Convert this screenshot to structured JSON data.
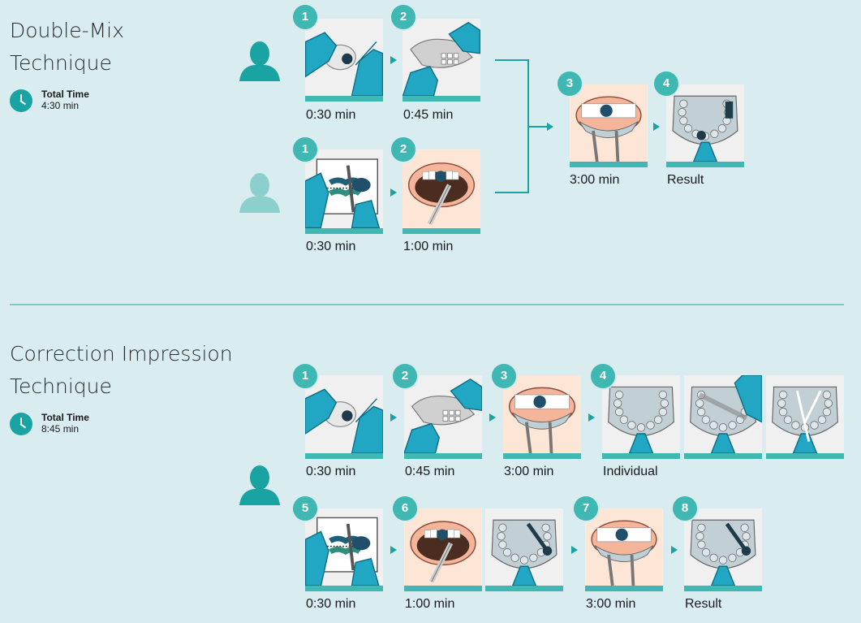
{
  "sections": [
    {
      "title_line1": "Double-Mix",
      "title_line2": "Technique",
      "total_time_label": "Total Time",
      "total_time_value": "4:30 min",
      "steps": [
        {
          "num": "1",
          "caption": "0:30 min"
        },
        {
          "num": "2",
          "caption": "0:45 min"
        },
        {
          "num": "1",
          "caption": "0:30 min"
        },
        {
          "num": "2",
          "caption": "1:00 min"
        },
        {
          "num": "3",
          "caption": "3:00 min"
        },
        {
          "num": "4",
          "caption": "Result"
        }
      ]
    },
    {
      "title_line1": "Correction Impression",
      "title_line2": "Technique",
      "total_time_label": "Total Time",
      "total_time_value": "8:45 min",
      "steps": [
        {
          "num": "1",
          "caption": "0:30 min"
        },
        {
          "num": "2",
          "caption": "0:45 min"
        },
        {
          "num": "3",
          "caption": "3:00 min"
        },
        {
          "num": "4",
          "caption": "Individual"
        },
        {
          "num": "5",
          "caption": "0:30 min"
        },
        {
          "num": "6",
          "caption": "1:00 min"
        },
        {
          "num": "7",
          "caption": "3:00 min"
        },
        {
          "num": "8",
          "caption": "Result"
        }
      ]
    }
  ],
  "colors": {
    "accent": "#3fb7b3",
    "accent_dark": "#1aa3a3",
    "person_dark": "#1aa3a3",
    "person_light": "#8ccfcc",
    "background": "#d9ecf0"
  },
  "icons": [
    "clock-icon",
    "person-icon",
    "arrow-right-icon"
  ]
}
